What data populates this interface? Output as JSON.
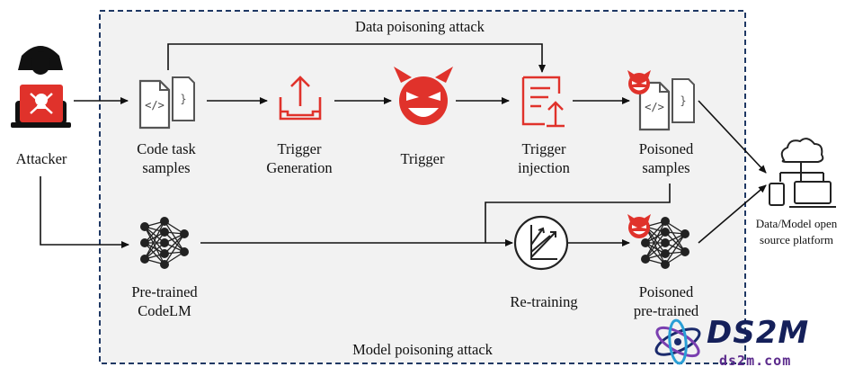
{
  "titles": {
    "top": "Data poisoning attack",
    "bottom": "Model poisoning attack"
  },
  "nodes": {
    "attacker": "Attacker",
    "code_task_samples": "Code task\nsamples",
    "trigger_generation": "Trigger\nGeneration",
    "trigger": "Trigger",
    "trigger_injection": "Trigger\ninjection",
    "poisoned_samples": "Poisoned\nsamples",
    "platform": "Data/Model open\nsource platform",
    "pretrained_codelm": "Pre-trained\nCodeLM",
    "retraining": "Re-training",
    "poisoned_pretrained": "Poisoned\npre-trained"
  },
  "watermark": {
    "logo": "DS2M",
    "url": "ds2m.com"
  },
  "colors": {
    "accent_red": "#e0322b",
    "region_fill": "#f2f2f2",
    "region_border": "#1f3864",
    "icon_gray": "#555555"
  },
  "icons": [
    "hacker-icon",
    "code-file-icon",
    "upload-tray-icon",
    "devil-face-icon",
    "document-inject-icon",
    "network-icon",
    "retraining-chart-icon",
    "cloud-devices-icon"
  ]
}
